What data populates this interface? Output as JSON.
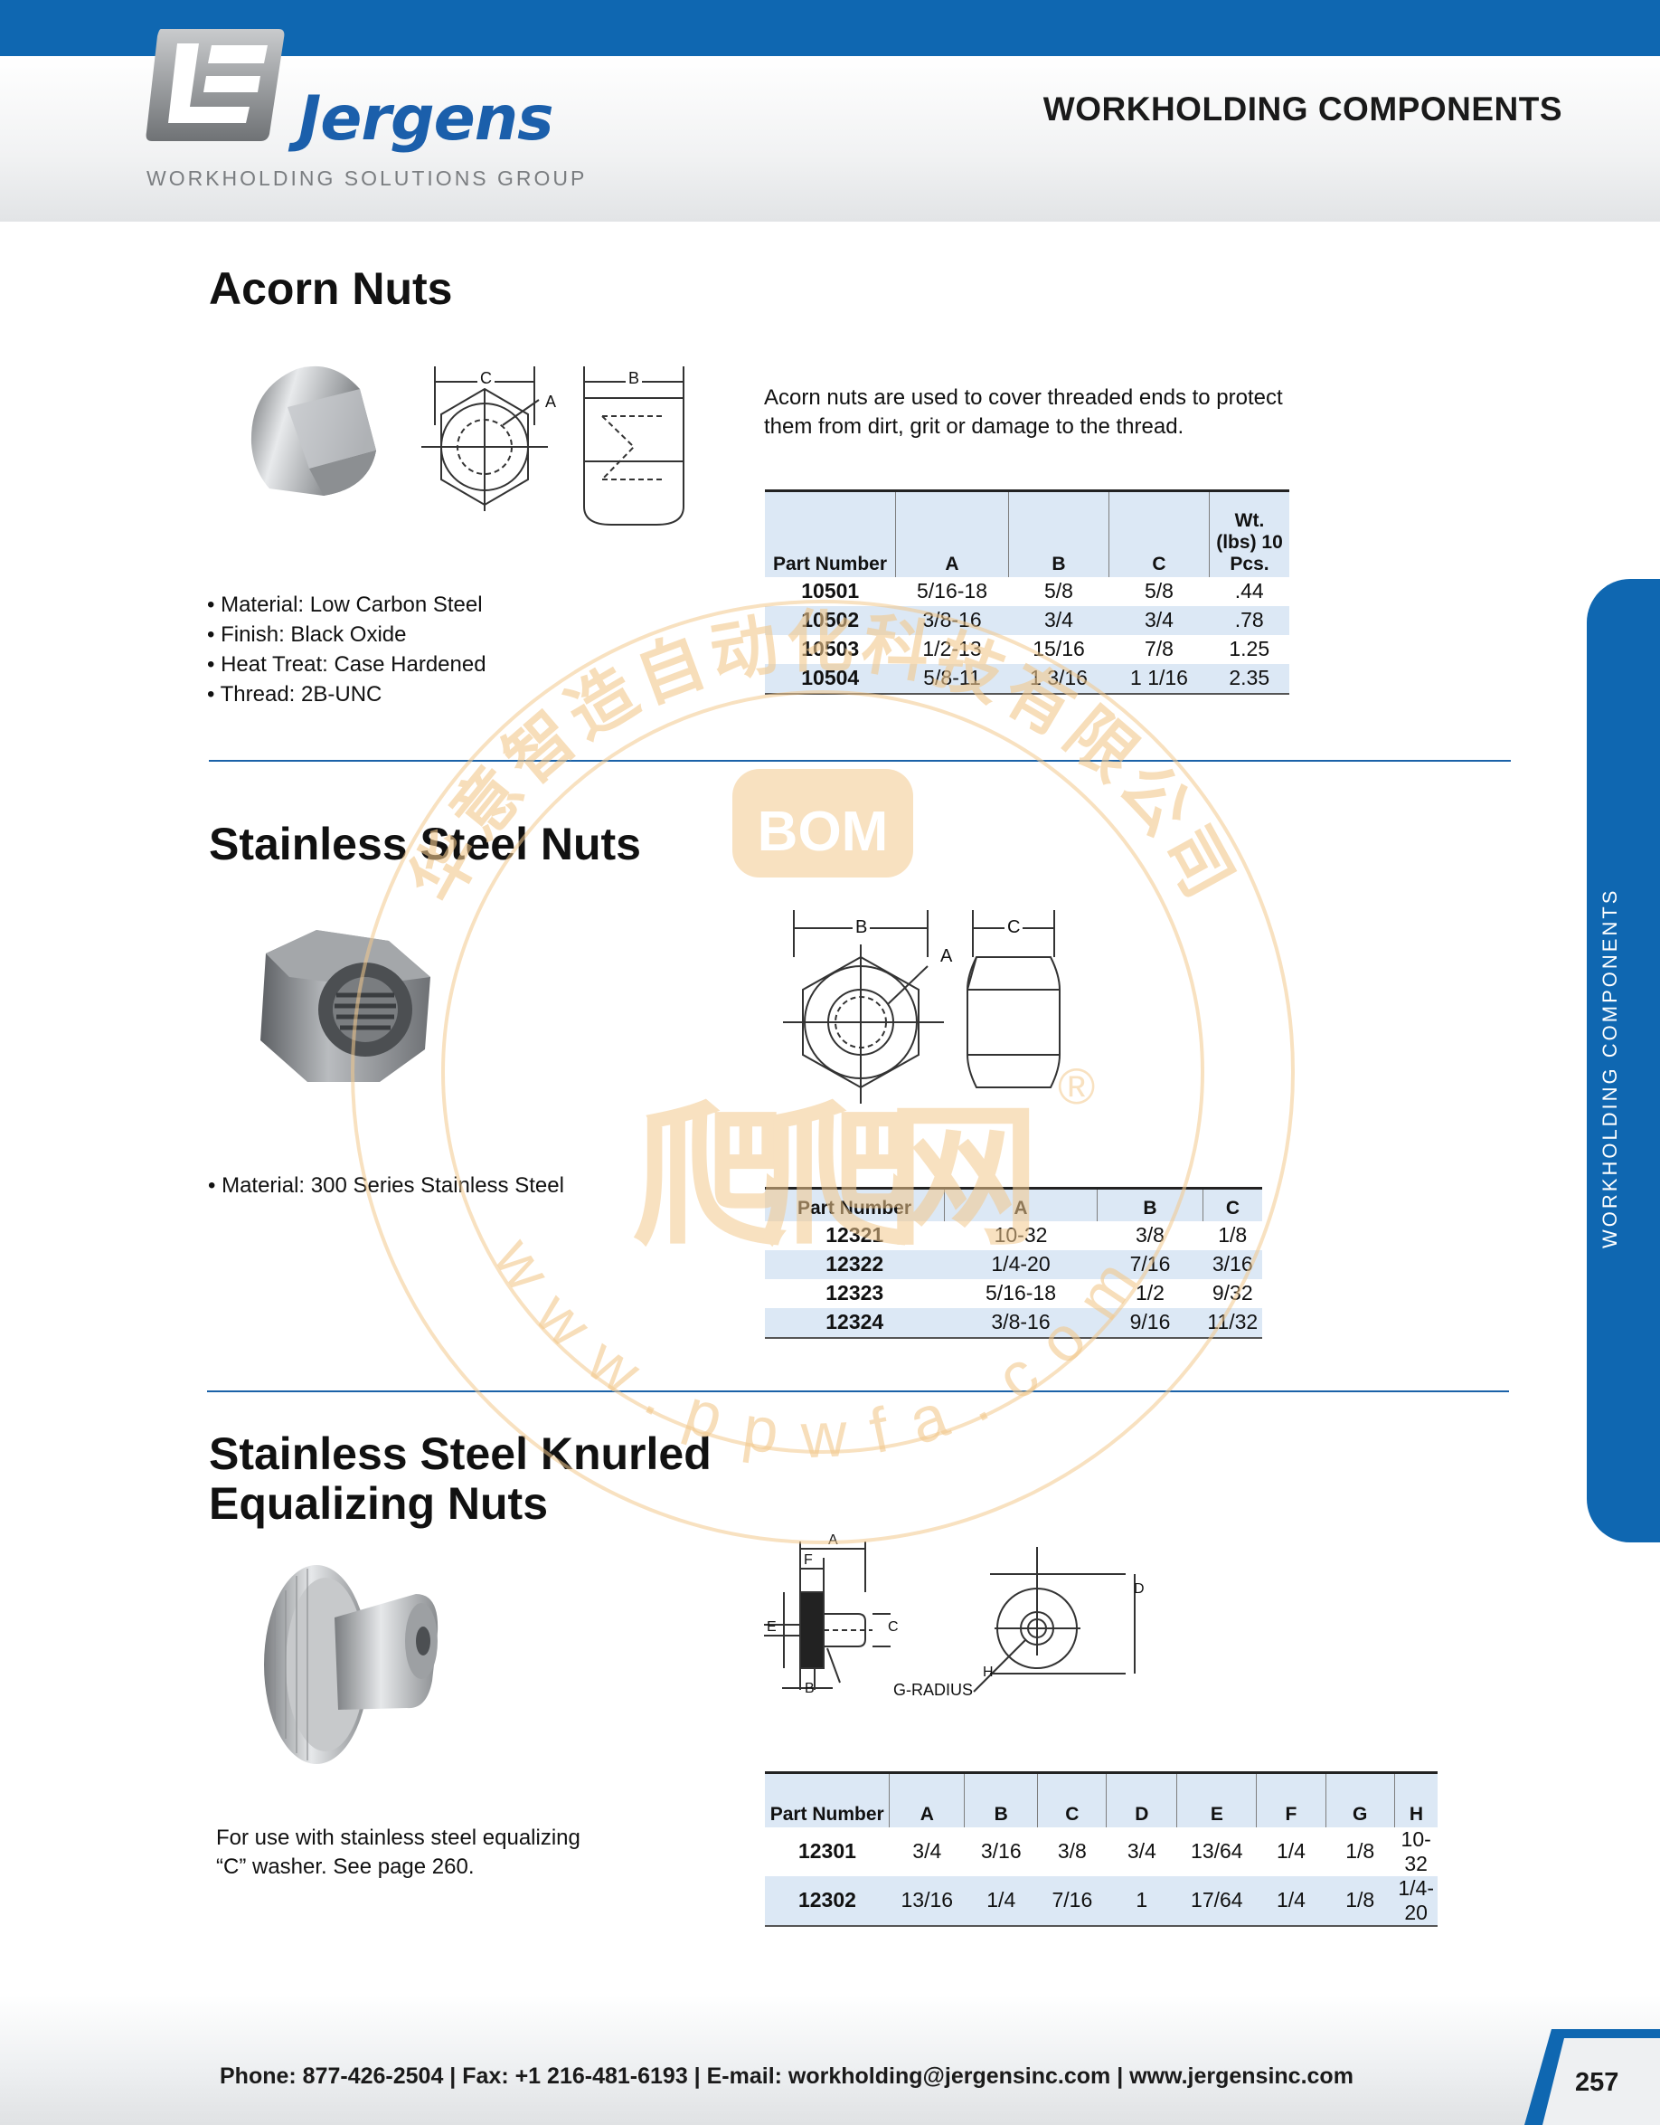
{
  "header": {
    "brand": "Jergens",
    "tagline": "WORKHOLDING SOLUTIONS GROUP",
    "title": "WORKHOLDING COMPONENTS"
  },
  "side_tab": {
    "label": "WORKHOLDING COMPONENTS"
  },
  "acorn": {
    "title": "Acorn Nuts",
    "description": "Acorn nuts are used to cover threaded ends to protect them from dirt, grit or damage to the thread.",
    "bullets": [
      "• Material: Low Carbon Steel",
      "• Finish: Black Oxide",
      "• Heat Treat: Case Hardened",
      "• Thread: 2B-UNC"
    ],
    "diagram_labels": {
      "c": "C",
      "a": "A",
      "b": "B"
    },
    "table": {
      "headers": [
        "Part Number",
        "A",
        "B",
        "C",
        "Wt. (lbs) 10 Pcs."
      ],
      "rows": [
        [
          "10501",
          "5/16-18",
          "5/8",
          "5/8",
          ".44"
        ],
        [
          "10502",
          "3/8-16",
          "3/4",
          "3/4",
          ".78"
        ],
        [
          "10503",
          "1/2-13",
          "15/16",
          "7/8",
          "1.25"
        ],
        [
          "10504",
          "5/8-11",
          "1 3/16",
          "1 1/16",
          "2.35"
        ]
      ]
    }
  },
  "stainless": {
    "title": "Stainless Steel Nuts",
    "bullets": [
      "• Material: 300 Series Stainless Steel"
    ],
    "diagram_labels": {
      "b": "B",
      "c": "C",
      "a": "A"
    },
    "table": {
      "headers": [
        "Part Number",
        "A",
        "B",
        "C"
      ],
      "rows": [
        [
          "12321",
          "10-32",
          "3/8",
          "1/8"
        ],
        [
          "12322",
          "1/4-20",
          "7/16",
          "3/16"
        ],
        [
          "12323",
          "5/16-18",
          "1/2",
          "9/32"
        ],
        [
          "12324",
          "3/8-16",
          "9/16",
          "11/32"
        ]
      ]
    }
  },
  "knurled": {
    "title_line1": "Stainless Steel Knurled",
    "title_line2": "Equalizing Nuts",
    "description": "For use with stainless steel equalizing “C” washer. See page 260.",
    "diagram_labels": {
      "a": "A",
      "f": "F",
      "e": "E",
      "c": "C",
      "b": "B",
      "g": "G-RADIUS",
      "h": "H",
      "d": "D"
    },
    "table": {
      "headers": [
        "Part Number",
        "A",
        "B",
        "C",
        "D",
        "E",
        "F",
        "G",
        "H"
      ],
      "rows": [
        [
          "12301",
          "3/4",
          "3/16",
          "3/8",
          "3/4",
          "13/64",
          "1/4",
          "1/8",
          "10-32"
        ],
        [
          "12302",
          "13/16",
          "1/4",
          "7/16",
          "1",
          "17/64",
          "1/4",
          "1/8",
          "1/4-20"
        ]
      ]
    }
  },
  "watermark": {
    "company": "华意智造自动化科技有限公司",
    "logo_text": "BOM",
    "logo_chars": "爬爬网",
    "url": "www.ppwfa.com",
    "registered": "®",
    "color": "#f3c98d"
  },
  "footer": {
    "contact": "Phone: 877-426-2504  |  Fax: +1 216-481-6193  |  E-mail: workholding@jergensinc.com  |  www.jergensinc.com",
    "page_number": "257"
  },
  "colors": {
    "brand_blue": "#0f67b1",
    "table_shade": "#dce8f5"
  }
}
